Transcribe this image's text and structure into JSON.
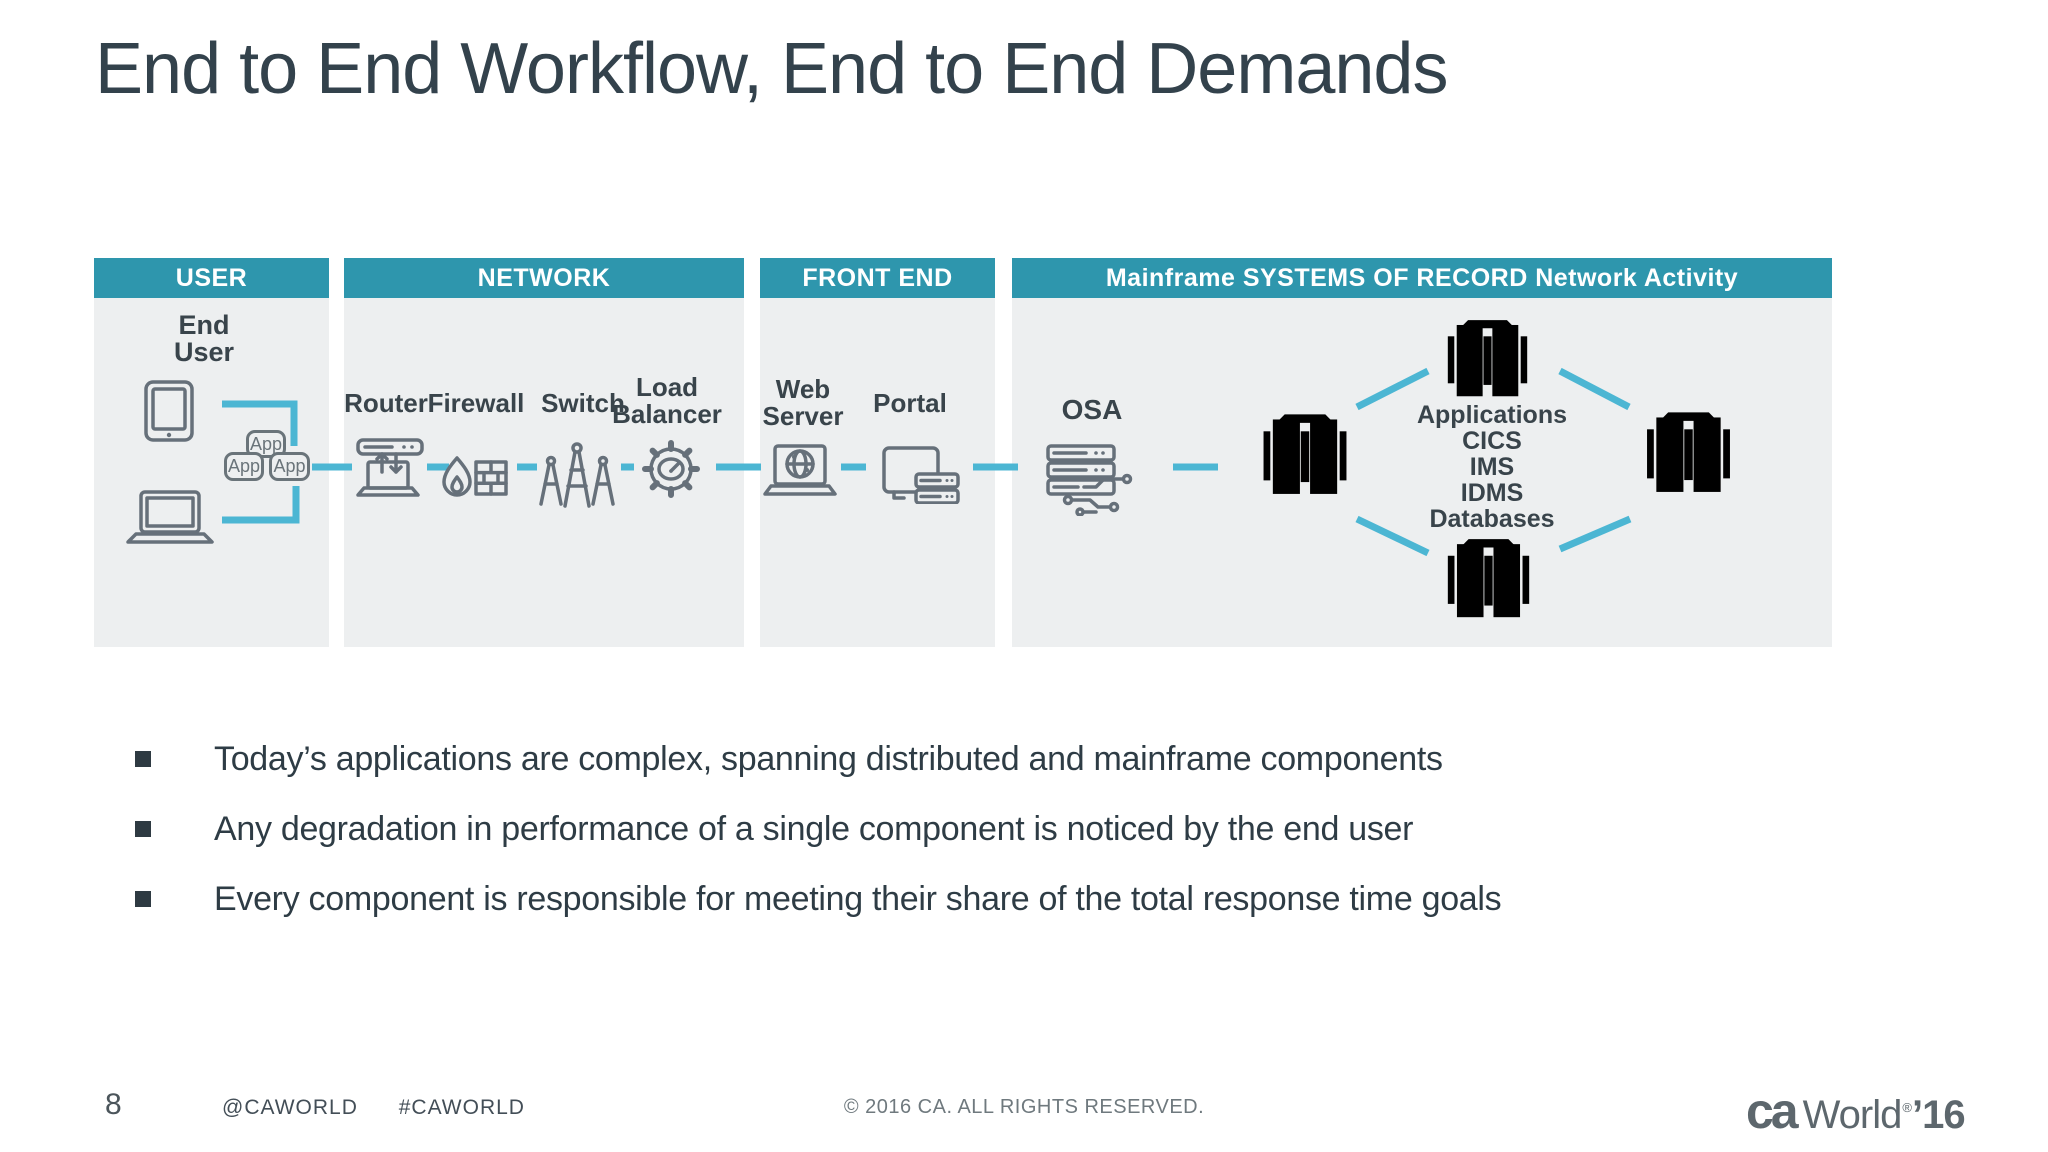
{
  "title": "End to End Workflow, End to End Demands",
  "headers": {
    "user": "USER",
    "network": "NETWORK",
    "frontend": "FRONT END",
    "mainframe": "Mainframe SYSTEMS OF RECORD Network Activity"
  },
  "user": {
    "end_user_line1": "End",
    "end_user_line2": "User",
    "apps": [
      "App",
      "App",
      "App"
    ]
  },
  "network": {
    "router": "Router",
    "firewall": "Firewall",
    "switch": "Switch",
    "load_balancer_line1": "Load",
    "load_balancer_line2": "Balancer"
  },
  "frontend": {
    "web_server_line1": "Web",
    "web_server_line2": "Server",
    "portal": "Portal"
  },
  "mainframe": {
    "osa": "OSA",
    "systems": [
      "Applications",
      "CICS",
      "IMS",
      "IDMS",
      "Databases"
    ]
  },
  "bullets": [
    "Today’s applications are complex, spanning distributed and mainframe components",
    "Any degradation in performance of a single component is noticed by the end user",
    "Every component is responsible for meeting their share of the total response time goals"
  ],
  "footer": {
    "page_number": "8",
    "handle": "@CAWORLD",
    "hashtag": "#CAWORLD",
    "copyright": "© 2016 CA. ALL RIGHTS RESERVED.",
    "logo_ca": "ca",
    "logo_world": "World",
    "logo_mark": "®",
    "logo_year": "’16"
  },
  "colors": {
    "teal_header": "#2e96ad",
    "panel_background": "#edeff0",
    "connector_blue": "#4cb6d3",
    "icon_stroke": "#66707a",
    "text_dark": "#2e3c45"
  }
}
